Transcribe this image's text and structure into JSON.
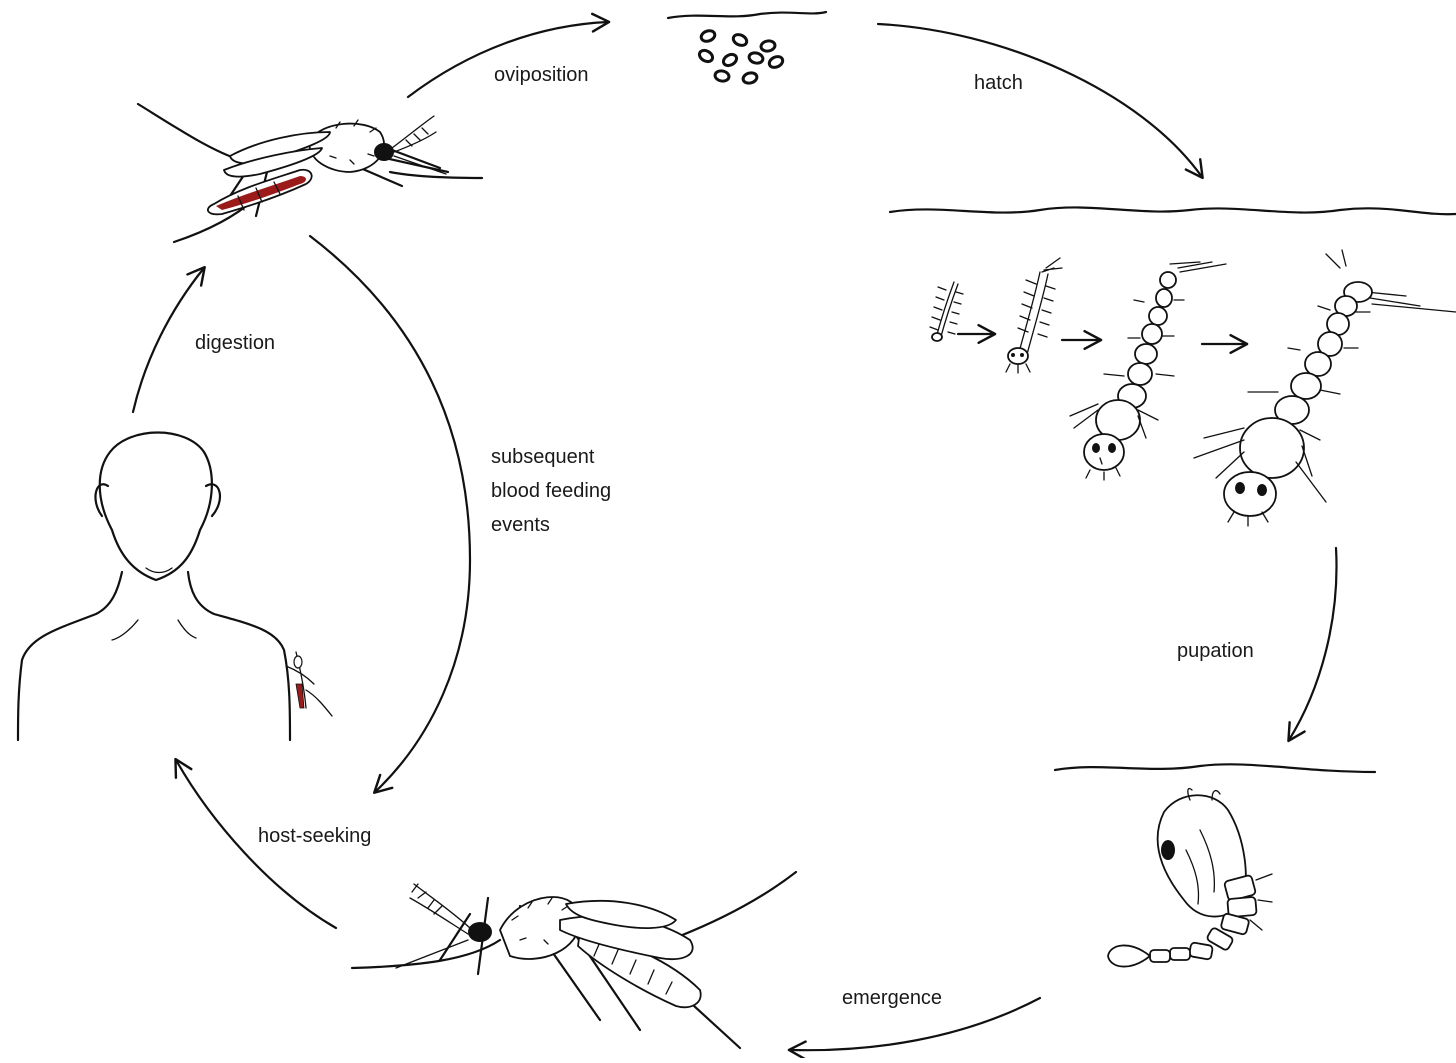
{
  "stages": {
    "oviposition": "oviposition",
    "hatch": "hatch",
    "pupation": "pupation",
    "emergence": "emergence",
    "host_seeking": "host-seeking",
    "digestion": "digestion",
    "subsequent_feeding": [
      "subsequent",
      "blood feeding",
      "events"
    ]
  },
  "colors": {
    "ink": "#111111",
    "blood": "#9b1b1b",
    "background": "#ffffff"
  }
}
